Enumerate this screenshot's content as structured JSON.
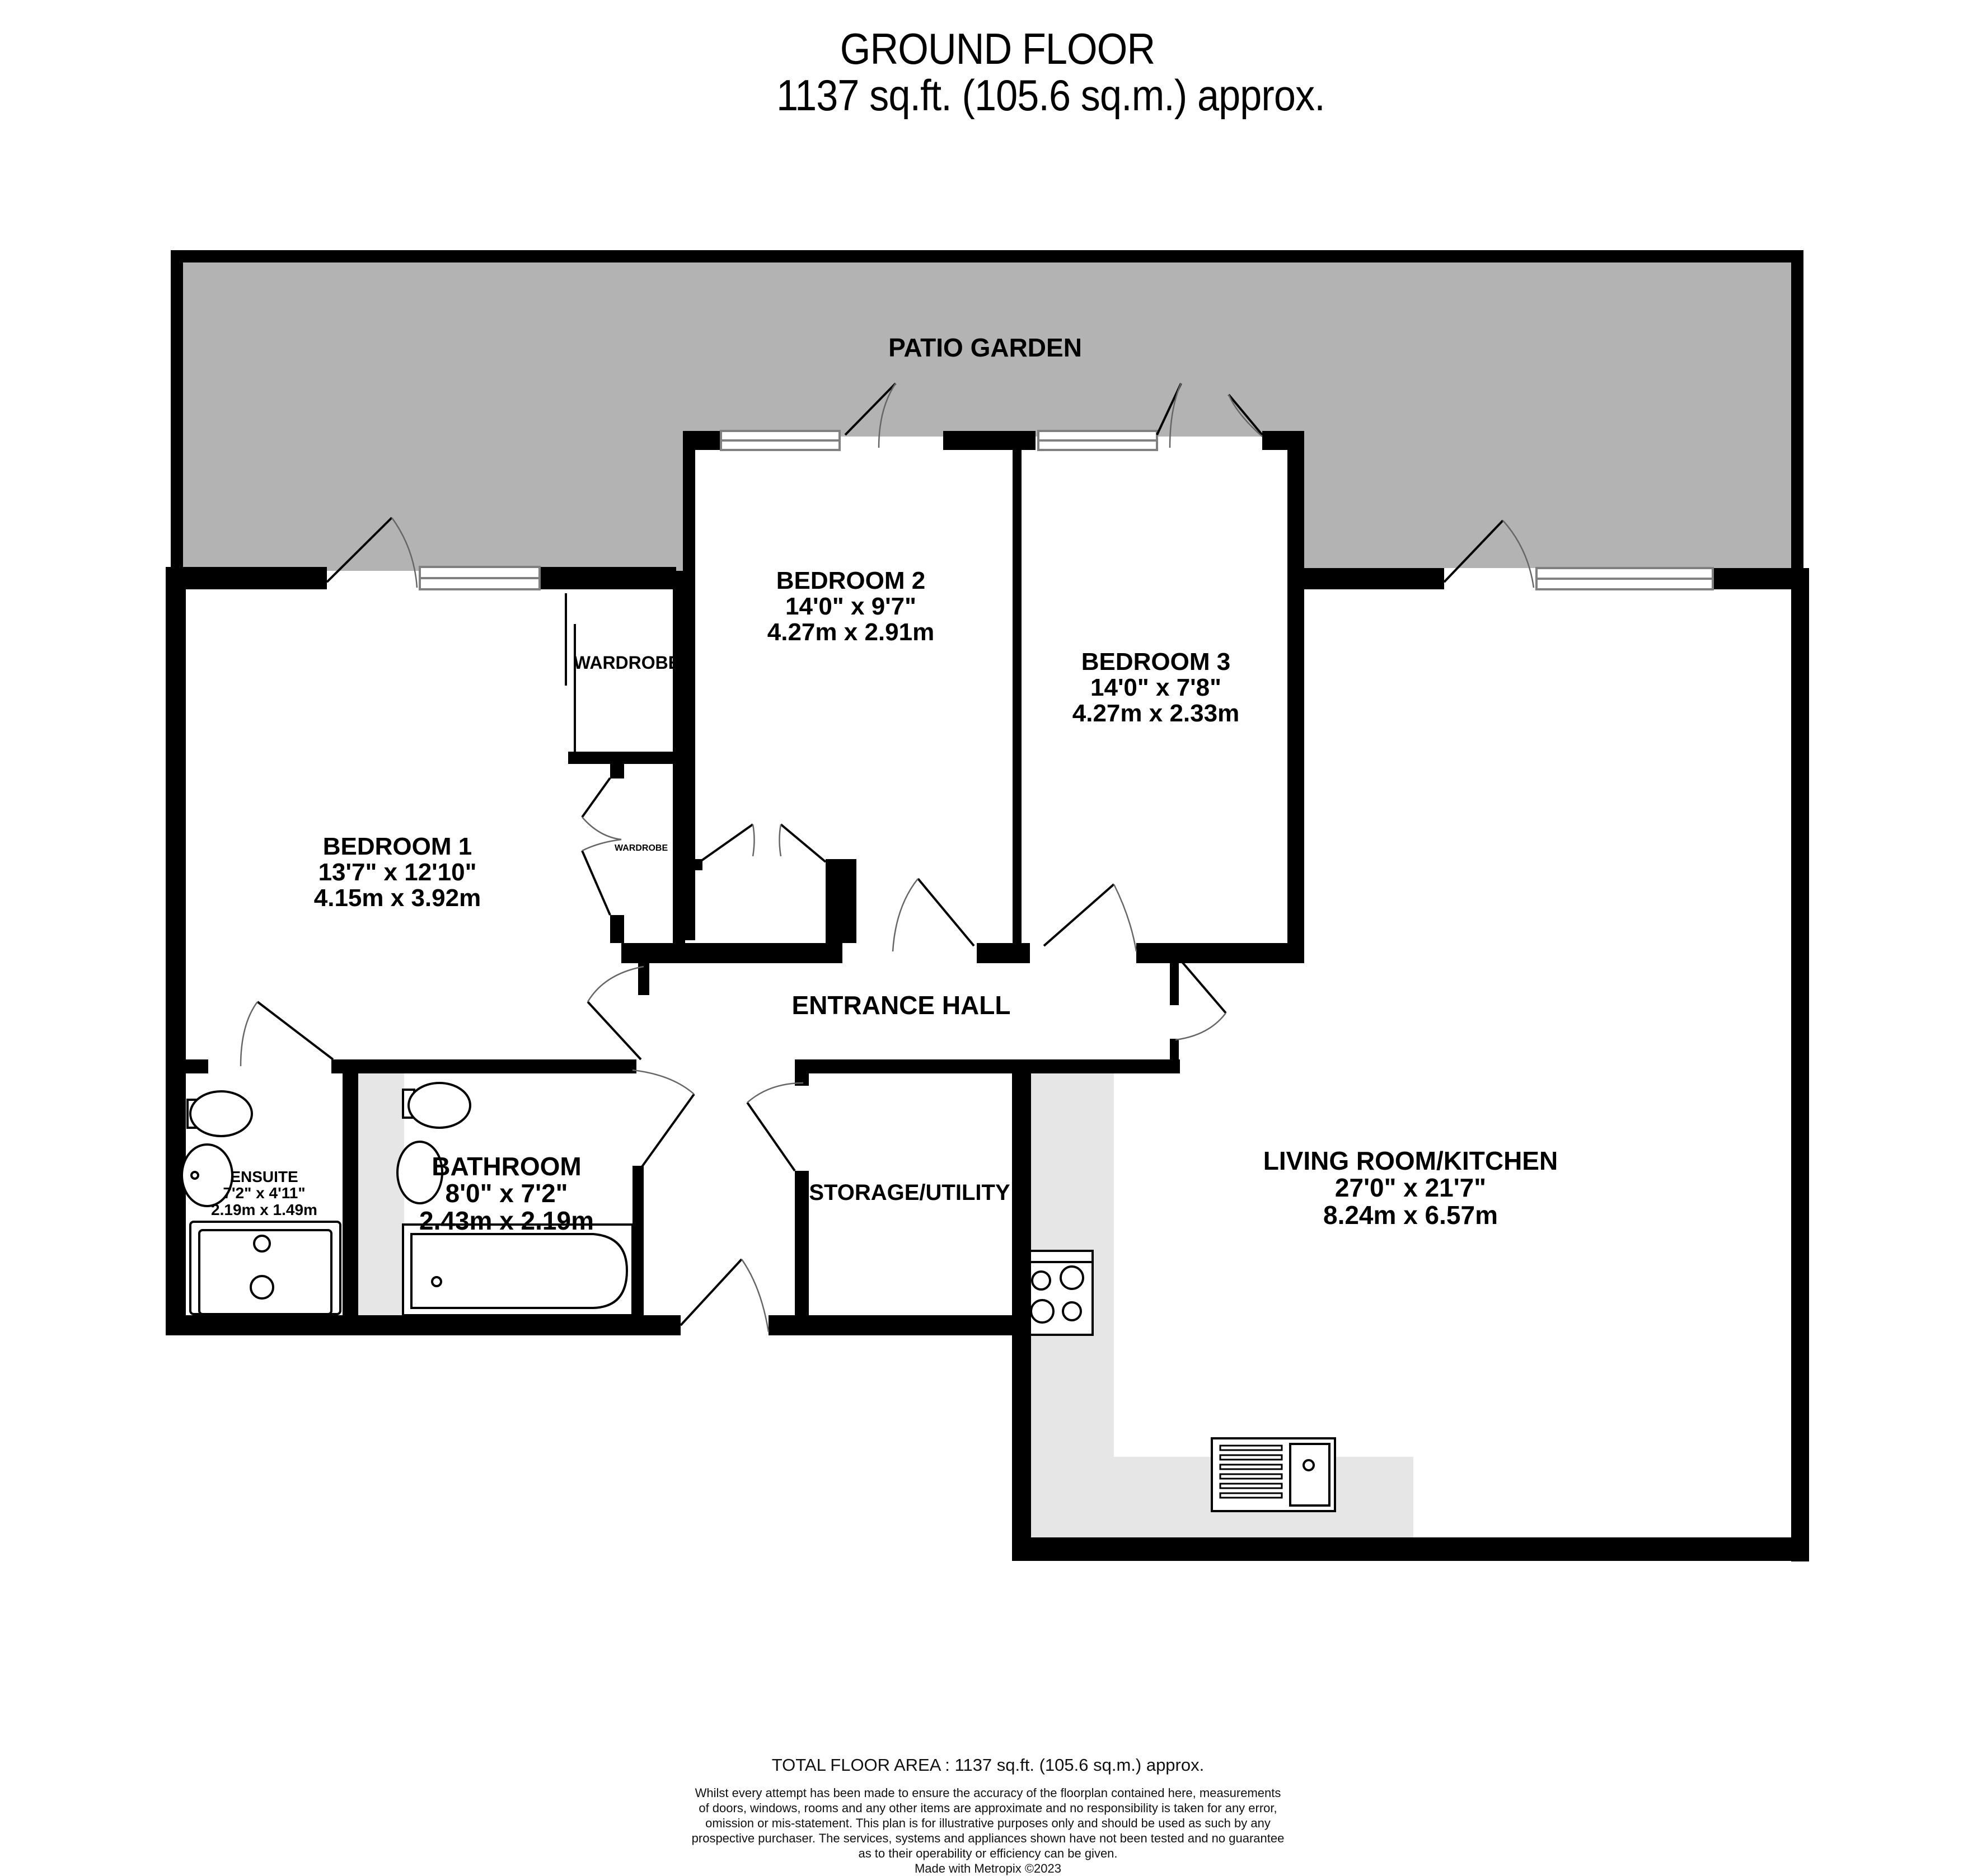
{
  "header": {
    "title": "GROUND FLOOR",
    "area": "1137 sq.ft. (105.6 sq.m.) approx."
  },
  "colors": {
    "wall": "#000000",
    "patio": "#b3b3b3",
    "worktop": "#e6e6e6",
    "floor": "#ffffff",
    "window_line": "#808080"
  },
  "rooms": {
    "patio": {
      "name": "PATIO GARDEN"
    },
    "bedroom1": {
      "name": "BEDROOM 1",
      "imperial": "13'7\"  x 12'10\"",
      "metric": "4.15m  x 3.92m"
    },
    "bedroom2": {
      "name": "BEDROOM 2",
      "imperial": "14'0\"  x 9'7\"",
      "metric": "4.27m  x 2.91m"
    },
    "bedroom3": {
      "name": "BEDROOM 3",
      "imperial": "14'0\"  x 7'8\"",
      "metric": "4.27m  x 2.33m"
    },
    "wardrobe1": {
      "name": "WARDROBE"
    },
    "wardrobe2": {
      "name": "WARDROBE"
    },
    "entrance_hall": {
      "name": "ENTRANCE HALL"
    },
    "ensuite": {
      "name": "ENSUITE",
      "imperial": "7'2\"  x 4'11\"",
      "metric": "2.19m  x 1.49m"
    },
    "bathroom": {
      "name": "BATHROOM",
      "imperial": "8'0\"  x 7'2\"",
      "metric": "2.43m  x 2.19m"
    },
    "storage": {
      "name": "STORAGE/UTILITY"
    },
    "living": {
      "name": "LIVING ROOM/KITCHEN",
      "imperial": "27'0\"  x 21'7\"",
      "metric": "8.24m  x 6.57m"
    }
  },
  "fixtures": [
    "toilet-icon",
    "washbasin-icon",
    "shower-tray-icon",
    "bathtub-icon",
    "hob-icon",
    "sink-drainer-icon"
  ],
  "footer": {
    "total": "TOTAL FLOOR AREA : 1137 sq.ft. (105.6 sq.m.) approx.",
    "disclaimer": [
      "Whilst every attempt has been made to ensure the accuracy of the floorplan contained here, measurements",
      "of doors, windows, rooms and any other items are approximate and no responsibility is taken for any error,",
      "omission or mis-statement. This plan is for illustrative purposes only and should be used as such by any",
      "prospective purchaser. The services, systems and appliances shown have not been tested and no guarantee",
      "as to their operability or efficiency can be given."
    ],
    "credit": "Made with Metropix ©2023"
  }
}
